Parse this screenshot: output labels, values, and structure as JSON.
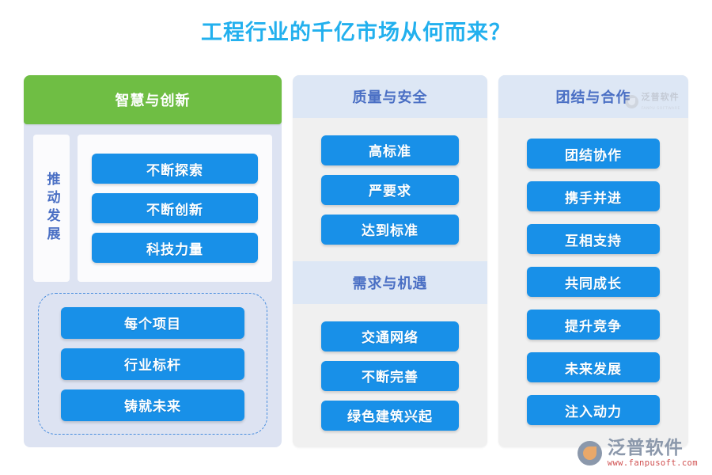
{
  "page": {
    "title": "工程行业的千亿市场从何而来？",
    "title_color": "#22b0ee",
    "background": "#ffffff"
  },
  "colors": {
    "accent_blue": "#1890e8",
    "green_header": "#6fbe44",
    "header_text": "#4a6fc4",
    "left_panel_bg": "#dde3f2",
    "column_bg": "#f0f0f0",
    "band_bg": "#dde7f5",
    "dashed_border": "#4a8ede",
    "logo_url_red": "#d05050"
  },
  "columns": {
    "left": {
      "header": "智慧与创新",
      "vertical_label": "推动发展",
      "items": [
        "不断探索",
        "不断创新",
        "科技力量"
      ],
      "dashed_items": [
        "每个项目",
        "行业标杆",
        "铸就未来"
      ]
    },
    "middle": {
      "sections": [
        {
          "header": "质量与安全",
          "items": [
            "高标准",
            "严要求",
            "达到标准"
          ]
        },
        {
          "header": "需求与机遇",
          "items": [
            "交通网络",
            "不断完善",
            "绿色建筑兴起"
          ]
        }
      ]
    },
    "right": {
      "sections": [
        {
          "header": "团结与合作",
          "items": [
            "团结协作",
            "携手并进",
            "互相支持",
            "共同成长",
            "提升竞争",
            "未来发展",
            "注入动力"
          ]
        }
      ]
    }
  },
  "watermark": {
    "name": "泛普软件",
    "subtitle": "FANPU SOFTWARE"
  },
  "logo": {
    "name": "泛普软件",
    "url": "www.fanpusoft.com"
  }
}
